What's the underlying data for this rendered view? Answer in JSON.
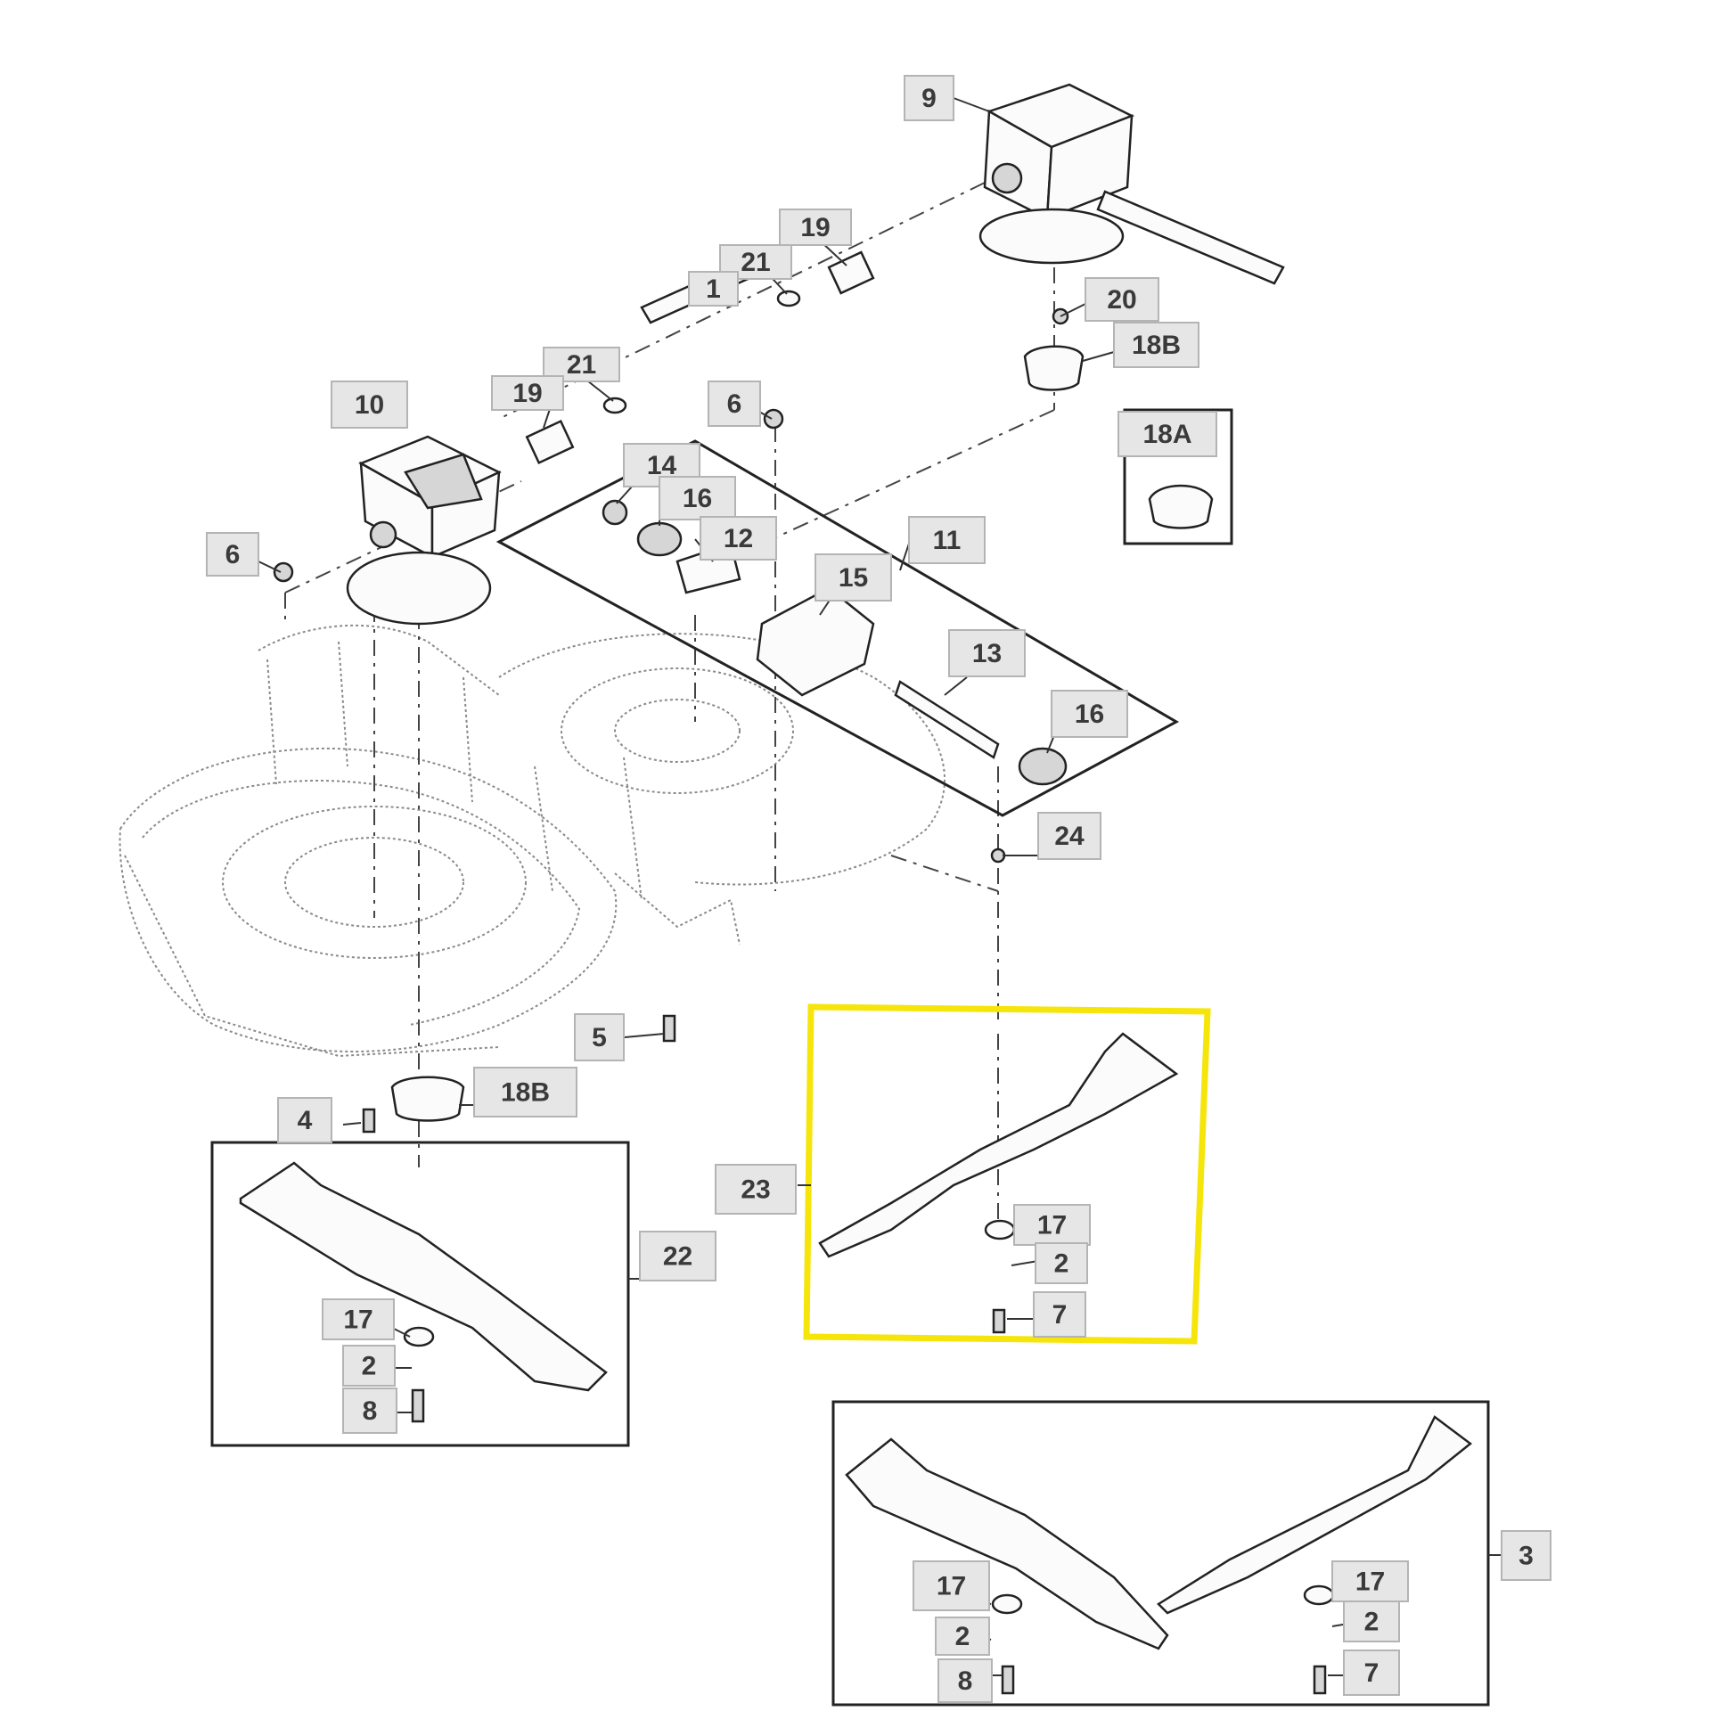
{
  "highlight_color": "#f5e50a",
  "callouts": {
    "c9": "9",
    "c19a": "19",
    "c21a": "21",
    "c1": "1",
    "c20": "20",
    "c18b_top": "18B",
    "c18a": "18A",
    "c10": "10",
    "c21b": "21",
    "c19b": "19",
    "c6a": "6",
    "c14": "14",
    "c16a": "16",
    "c12": "12",
    "c11": "11",
    "c6b": "6",
    "c15": "15",
    "c13": "13",
    "c16b": "16",
    "c24": "24",
    "c5": "5",
    "c18b_bottom": "18B",
    "c4": "4",
    "c22": "22",
    "c17a": "17",
    "c2a": "2",
    "c8a": "8",
    "c23": "23",
    "c17b": "17",
    "c2b": "2",
    "c7a": "7",
    "c3": "3",
    "c17c": "17",
    "c2c": "2",
    "c8b": "8",
    "c17d": "17",
    "c2d": "2",
    "c7b": "7"
  }
}
